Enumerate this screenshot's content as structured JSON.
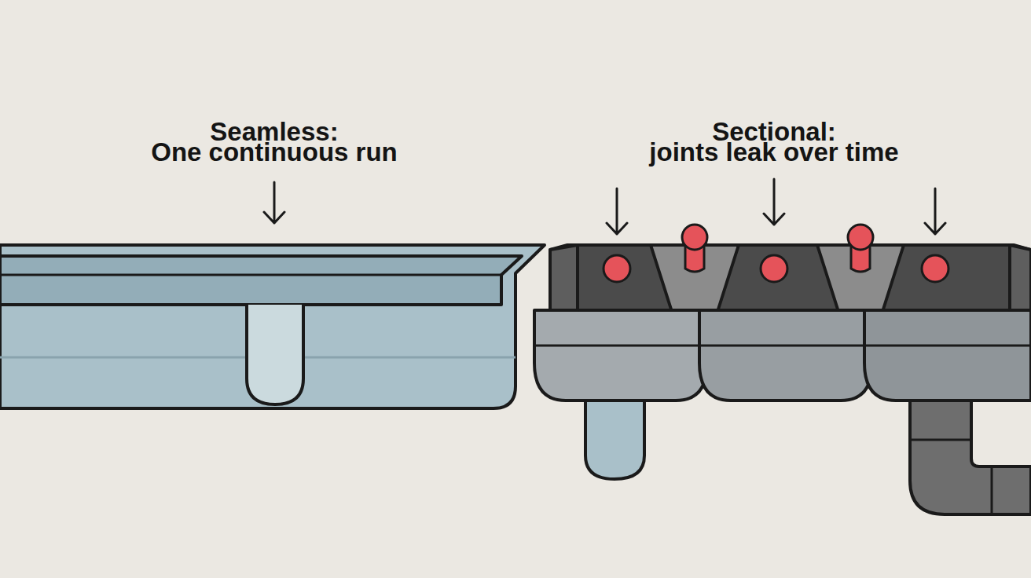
{
  "diagram": {
    "labels": [
      "Seamless:",
      "One continuous run",
      "Sectional:",
      "joints leak over time"
    ]
  }
}
